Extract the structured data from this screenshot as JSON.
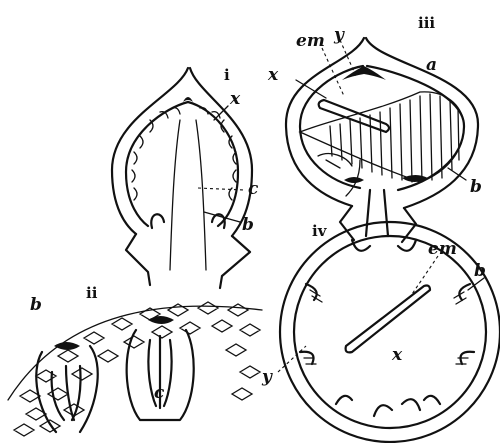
{
  "figures": {
    "i": {
      "numeral": "i",
      "labels": {
        "x": "x",
        "c": "c",
        "b": "b"
      }
    },
    "ii": {
      "numeral": "ii",
      "labels": {
        "b": "b",
        "c": "c"
      }
    },
    "iii": {
      "numeral": "iii",
      "labels": {
        "em": "em",
        "y": "y",
        "x": "x",
        "a": "a",
        "b": "b"
      }
    },
    "iv": {
      "numeral": "iv",
      "labels": {
        "em": "em",
        "b": "b",
        "x": "x",
        "y": "y"
      }
    }
  }
}
